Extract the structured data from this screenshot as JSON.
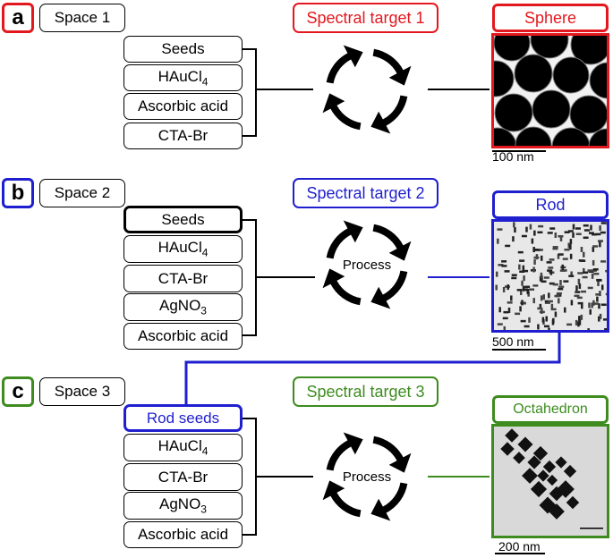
{
  "colors": {
    "red": "#e3181f",
    "blue": "#1f1fcf",
    "green": "#3e8c1f",
    "black": "#000000"
  },
  "panels": [
    {
      "letter": "a",
      "space_label": "Space 1",
      "target_label": "Spectral target 1",
      "reagents": [
        "Seeds",
        "HAuCl4",
        "Ascorbic acid",
        "CTA-Br"
      ],
      "process_label": "",
      "shape_label": "Sphere",
      "scale_label": "100 nm"
    },
    {
      "letter": "b",
      "space_label": "Space 2",
      "target_label": "Spectral target 2",
      "reagents": [
        "Seeds",
        "HAuCl4",
        "CTA-Br",
        "AgNO3",
        "Ascorbic acid"
      ],
      "process_label": "Process",
      "shape_label": "Rod",
      "scale_label": "500 nm"
    },
    {
      "letter": "c",
      "space_label": "Space 3",
      "target_label": "Spectral target 3",
      "reagents": [
        "Rod seeds",
        "HAuCl4",
        "CTA-Br",
        "AgNO3",
        "Ascorbic acid"
      ],
      "process_label": "Process",
      "shape_label": "Octahedron",
      "scale_label": "200 nm"
    }
  ],
  "icons": {
    "cycle": "circular-arrows-icon",
    "micrograph": "tem-micrograph-image"
  }
}
